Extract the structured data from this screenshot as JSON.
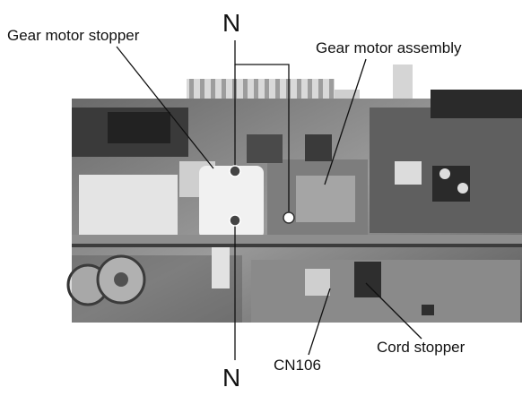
{
  "labels": {
    "n_top": "N",
    "n_bottom": "N",
    "gear_motor_stopper": "Gear motor stopper",
    "gear_motor_assembly": "Gear motor assembly",
    "cn106": "CN106",
    "cord_stopper": "Cord stopper"
  },
  "colors": {
    "background": "#ffffff",
    "label_text": "#111111",
    "leader_line": "#111111",
    "photo_dark": "#2b2b2b",
    "photo_mid": "#8a8a8a",
    "photo_light": "#e6e6e6"
  }
}
